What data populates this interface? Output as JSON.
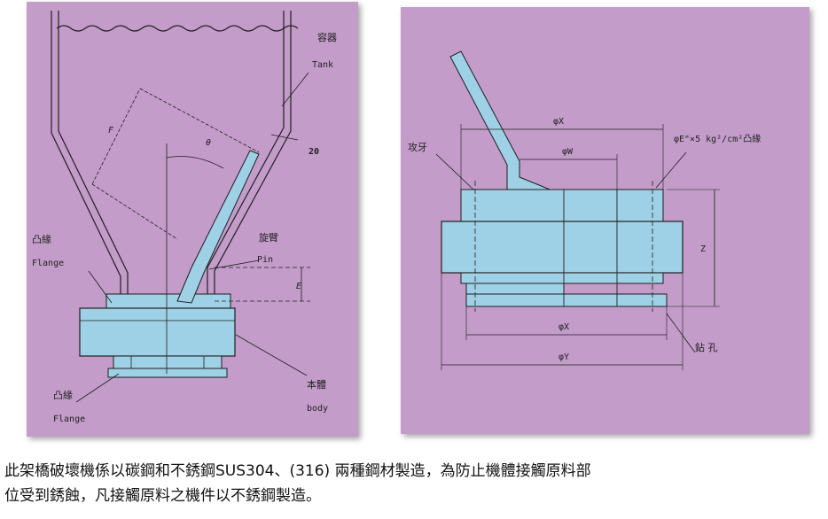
{
  "left_diagram": {
    "label_tank_cn": "容器",
    "label_tank_en": "Tank",
    "label_20": "20",
    "label_F": "F",
    "label_theta": "θ",
    "label_arm_cn": "旋臂",
    "label_pin": "Pin",
    "label_E": "E",
    "label_flange_top_cn": "凸緣",
    "label_flange_top_en": "Flange",
    "label_flange_bottom_cn": "凸緣",
    "label_flange_bottom_en": "Flange",
    "label_body_cn": "本體",
    "label_body_en": "body"
  },
  "right_diagram": {
    "label_thread": "攻牙",
    "label_phiX_top": "φX",
    "label_phiW": "φW",
    "label_phiE": "φE\"×5 kg²/cm²凸緣",
    "label_Z": "Z",
    "label_phiX_bottom": "φX",
    "label_phiY": "φY",
    "label_drill": "鉆 孔"
  },
  "colors": {
    "panel_bg": "#c39cc9",
    "part_fill": "#9fd1e6",
    "line": "#1f1f1f"
  },
  "caption": {
    "line1": "此架橋破壞機係以碳鋼和不銹鋼SUS304、(316) 兩種鋼材製造，為防止機體接觸原料部",
    "line2": "位受到銹蝕，凡接觸原料之機件以不銹鋼製造。"
  }
}
